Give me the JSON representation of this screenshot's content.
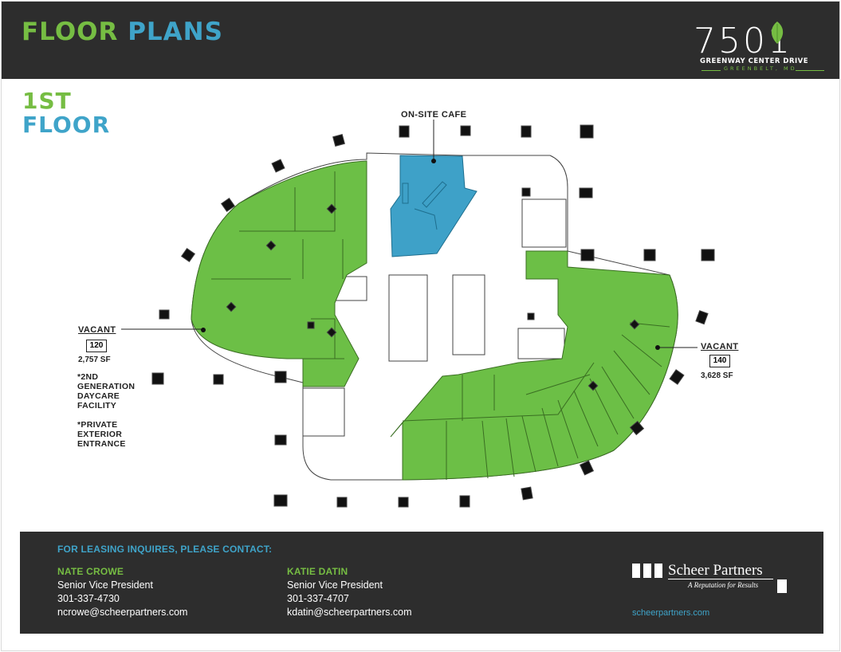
{
  "header": {
    "title_word1": "FLOOR",
    "title_word2": "PLANS",
    "logo": {
      "number": "7501",
      "line1": "GREENWAY CENTER DRIVE",
      "line2": "GREENBELT, MD"
    }
  },
  "floor": {
    "line1": "1ST",
    "line2": "FLOOR"
  },
  "plan": {
    "cafe_label": "ON-SITE CAFE",
    "suite_west": {
      "status": "VACANT",
      "unit": "120",
      "area": "2,757 SF"
    },
    "suite_east": {
      "status": "VACANT",
      "unit": "140",
      "area": "3,628 SF"
    },
    "notes": [
      "*2ND\nGENERATION\nDAYCARE\nFACILITY",
      "*PRIVATE\nEXTERIOR\nENTRANCE"
    ],
    "colors": {
      "vacant": "#6cbf46",
      "cafe": "#3ea1c8"
    }
  },
  "footer": {
    "heading": "FOR LEASING INQUIRES, PLEASE CONTACT:",
    "contacts": [
      {
        "name": "NATE CROWE",
        "title": "Senior Vice President",
        "phone": "301-337-4730",
        "email": "ncrowe@scheerpartners.com"
      },
      {
        "name": "KATIE DATIN",
        "title": "Senior Vice President",
        "phone": "301-337-4707",
        "email": "kdatin@scheerpartners.com"
      }
    ],
    "brand": {
      "name": "Scheer Partners",
      "tagline": "A Reputation for Results",
      "url": "scheerpartners.com"
    }
  },
  "colors": {
    "green": "#76bd43",
    "blue": "#3fa4c9",
    "dark": "#2d2d2d"
  }
}
